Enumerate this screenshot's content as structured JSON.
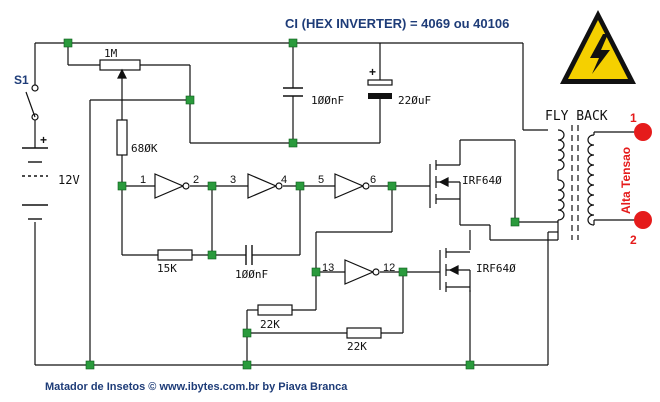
{
  "title": "CI (HEX INVERTER) = 4069 ou 40106",
  "footer": "Matador de Insetos © www.ibytes.com.br by Piava Branca",
  "components": {
    "switch": "S1",
    "battery_plus": "+",
    "battery_voltage": "12V",
    "pot": "1M",
    "r1": "68ØK",
    "r2": "15K",
    "r3": "22K",
    "r4": "22K",
    "c1": "1ØØnF",
    "c2": "1ØØnF",
    "c3": "22ØuF",
    "c3_plus": "+",
    "q1": "IRF64Ø",
    "q2": "IRF64Ø",
    "transformer": "FLY BACK",
    "hv_label": "Alta Tensao",
    "terminal_1": "1",
    "terminal_2": "2"
  },
  "pins": {
    "p1": "1",
    "p2": "2",
    "p3": "3",
    "p4": "4",
    "p5": "5",
    "p6": "6",
    "p12": "12",
    "p13": "13"
  },
  "colors": {
    "wire": "#111111",
    "node": "#2a9a3c",
    "text_blue": "#1e3c78",
    "terminal": "#e51b1b",
    "warning_yellow": "#f5d000"
  },
  "icons": {
    "warning": "high-voltage-warning-icon"
  }
}
